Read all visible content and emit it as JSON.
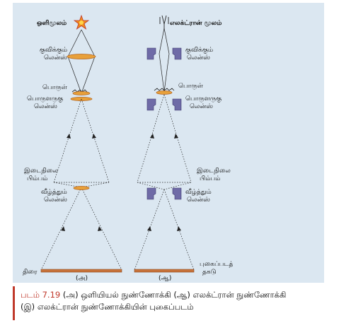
{
  "labels": {
    "light_source": "ஒளிமூலம்",
    "electron_source": "எலக்ட்ரான் மூலம்",
    "condenser_lens_l": "குவிக்கும்",
    "condenser_lens_l2": "லென்ஸ்",
    "condenser_lens_r": "குவிக்கும்",
    "condenser_lens_r2": "லென்ஸ்",
    "object_l": "பொருள்",
    "object_r": "பொருள்",
    "objective_l": "பொருளருகு",
    "objective_l2": "லென்ஸ்",
    "objective_r": "பொருளருகு",
    "objective_r2": "லென்ஸ்",
    "intermediate_l": "இடைநிலை",
    "intermediate_l2": "பிம்பம்",
    "intermediate_r": "இடைநிலை",
    "intermediate_r2": "பிம்பம்",
    "projector_l": "வீழ்த்தும்",
    "projector_l2": "லென்ஸ்",
    "projector_r": "வீழ்த்தும்",
    "projector_r2": "லென்ஸ்",
    "screen": "திரை",
    "photo_plate": "புகைப்படத்",
    "photo_plate2": "தகடு",
    "sub_a": "(அ)",
    "sub_b": "(ஆ)"
  },
  "caption": {
    "figure_number": "படம் 7.19",
    "line1": "(அ) ஒளியியல் நுண்ணோக்கி (ஆ) எலக்ட்ரான் நுண்ணோக்கி",
    "line2": "(இ) எலக்ட்ரான் நுண்ணோக்கியின் புகைப்படம்"
  },
  "colors": {
    "panel_bg": "#dbe7f1",
    "lens_fill": "#e8a03a",
    "lens_stroke": "#b5651d",
    "magnet_fill": "#6f6ba7",
    "plate_fill": "#c8733a",
    "source_glow": "#f08a1c",
    "accent": "#c0392b"
  },
  "icons": [
    "star-burst-icon",
    "electron-gun-icon"
  ]
}
